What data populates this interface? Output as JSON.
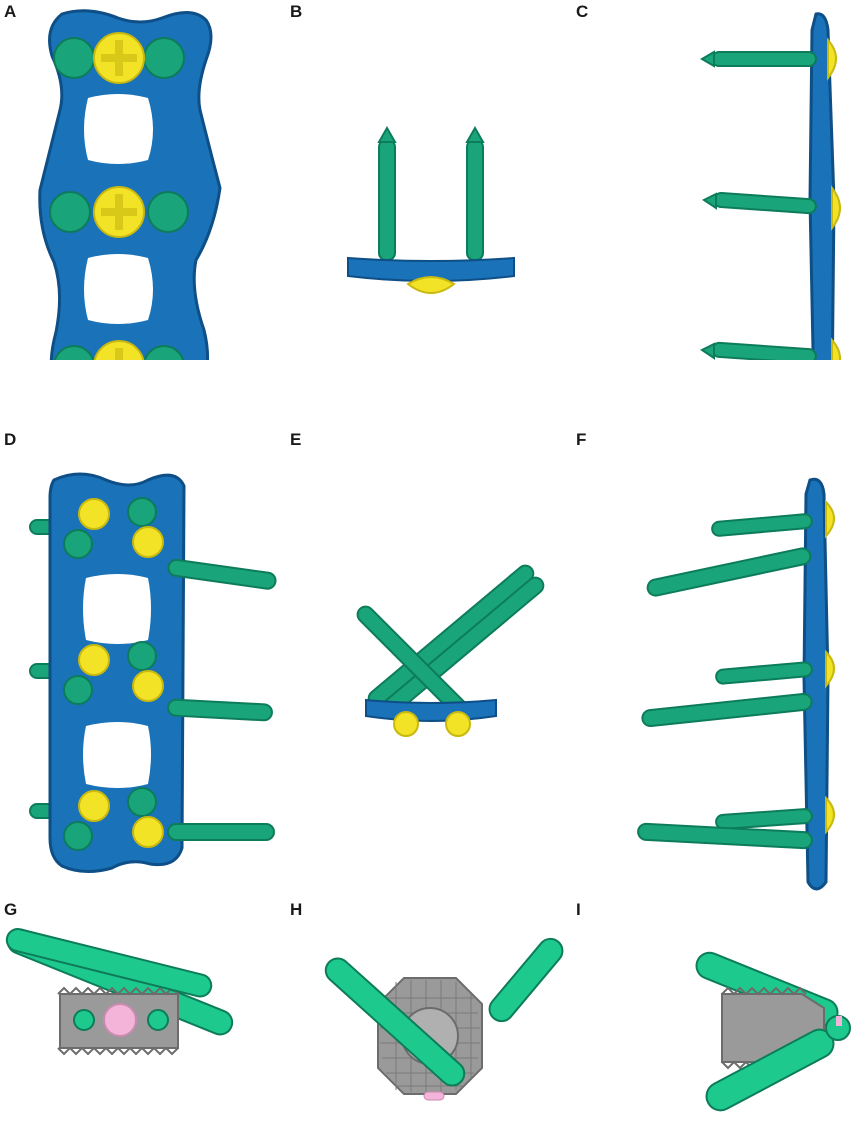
{
  "panels": [
    {
      "label": "A"
    },
    {
      "label": "B"
    },
    {
      "label": "C"
    },
    {
      "label": "D"
    },
    {
      "label": "E"
    },
    {
      "label": "F"
    },
    {
      "label": "G"
    },
    {
      "label": "H"
    },
    {
      "label": "I"
    }
  ],
  "colors": {
    "plate_blue": "#1a72b8",
    "plate_edge": "#0d4f86",
    "screw_green": "#1aa47a",
    "screw_green_dark": "#0c7c5a",
    "screw_yellow": "#f2e326",
    "cage_gray": "#9a9a9a",
    "cage_pink": "#f4b3d9"
  },
  "icons": [
    "plate-icon",
    "screw-icon",
    "cage-icon"
  ]
}
